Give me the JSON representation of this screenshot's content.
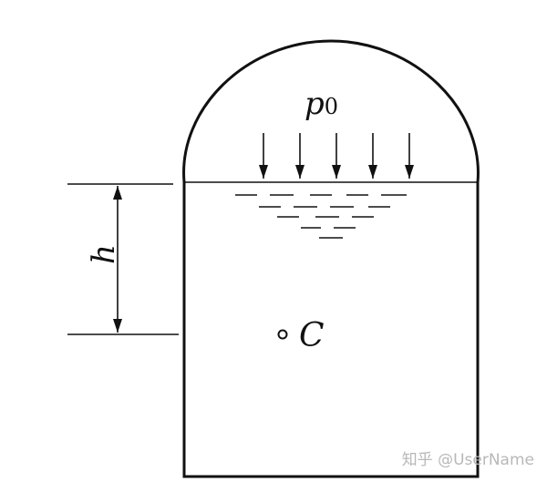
{
  "diagram": {
    "pressure_label": {
      "symbol": "p",
      "subscript": "0"
    },
    "height_label": "h",
    "point_label": "C"
  },
  "watermark": "知乎 @UserName"
}
